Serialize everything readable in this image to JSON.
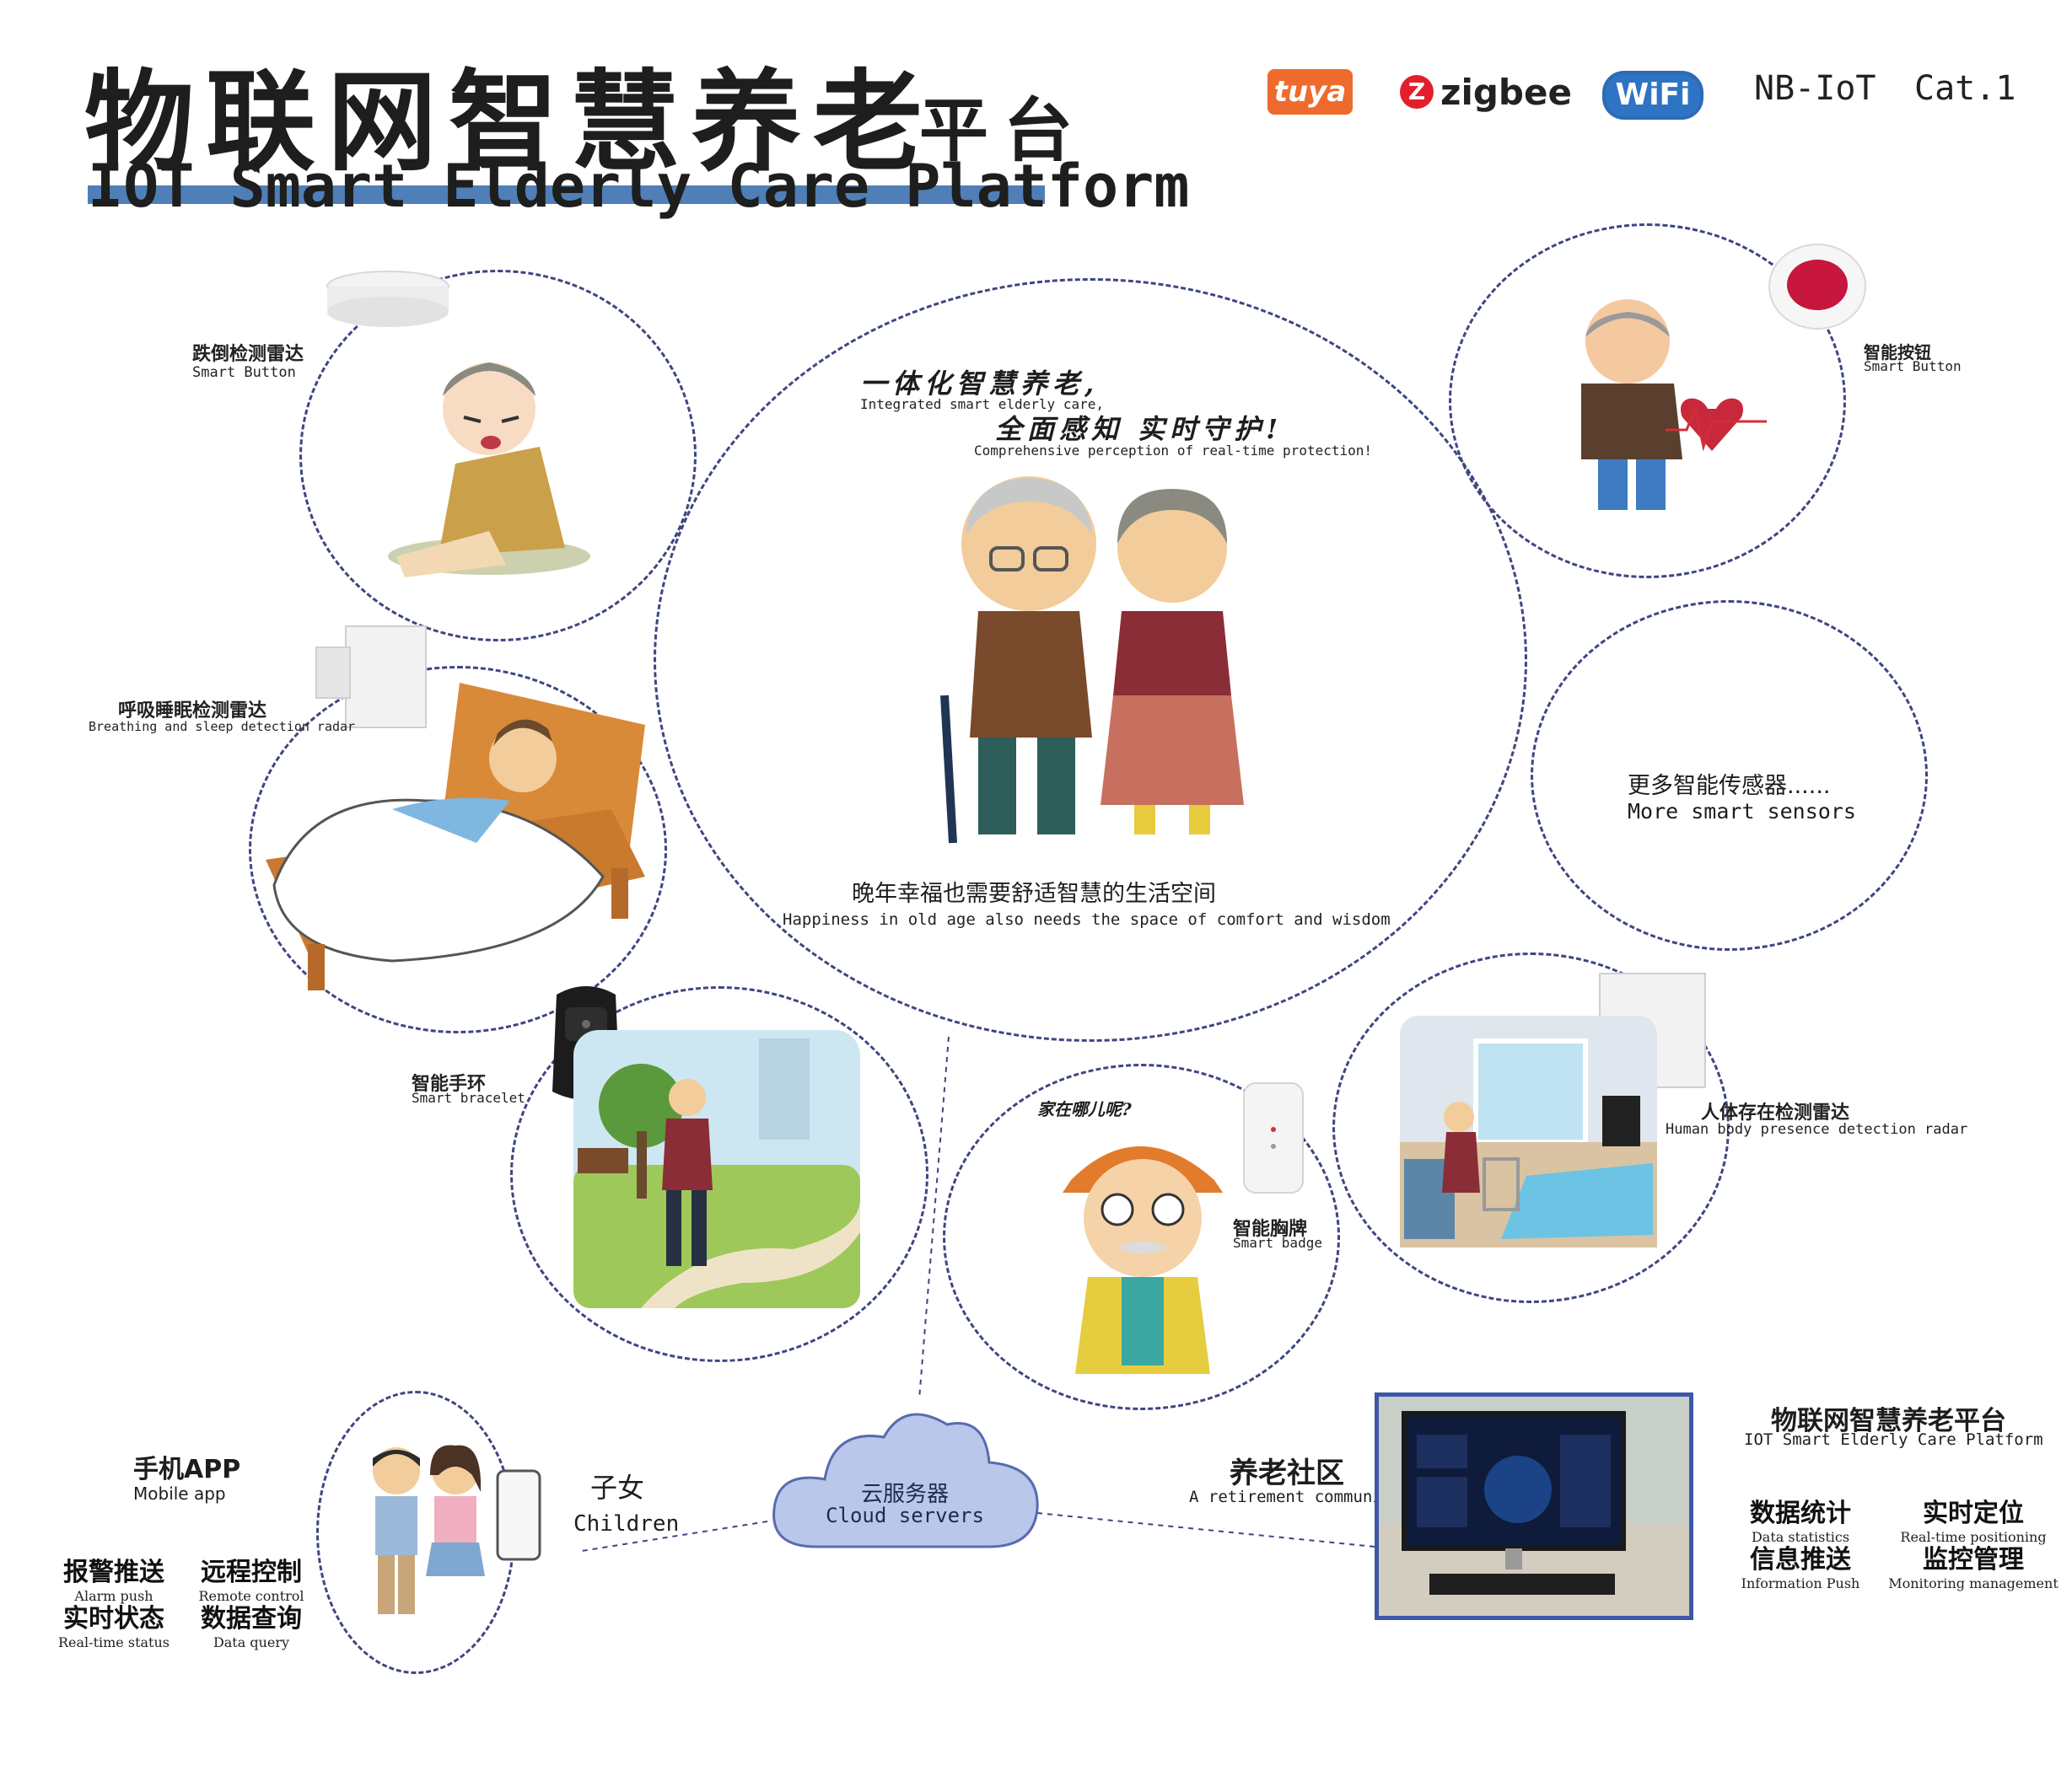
{
  "header": {
    "title_zh": "物联网智慧养老",
    "title_zh_suffix": "平台",
    "title_en": "IOT Smart Elderly Care Platform",
    "logos": {
      "tuya": "tuya",
      "zigbee": "zigbee",
      "wifi": "WiFi",
      "nbiot": "NB-IoT",
      "cat1": "Cat.1"
    }
  },
  "center": {
    "slogan1_zh": "一体化智慧养老,",
    "slogan1_en": "Integrated smart elderly care,",
    "slogan2_zh": "全面感知 实时守护!",
    "slogan2_en": "Comprehensive perception of real-time protection!",
    "caption_zh": "晚年幸福也需要舒适智慧的生活空间",
    "caption_en": "Happiness in old age also needs the space of comfort and wisdom"
  },
  "devices": {
    "fall_radar": {
      "zh": "跌倒检测雷达",
      "en": "Smart Button"
    },
    "smart_button": {
      "zh": "智能按钮",
      "en": "Smart Button"
    },
    "sleep_radar": {
      "zh": "呼吸睡眠检测雷达",
      "en": "Breathing and sleep detection radar"
    },
    "more_sensors": {
      "zh": "更多智能传感器......",
      "en": "More smart sensors"
    },
    "bracelet": {
      "zh": "智能手环",
      "en": "Smart bracelet"
    },
    "badge": {
      "zh": "智能胸牌",
      "en": "Smart badge",
      "speech": "家在哪儿呢?"
    },
    "presence_radar": {
      "zh": "人体存在检测雷达",
      "en": "Human body presence detection radar"
    }
  },
  "cloud": {
    "zh": "云服务器",
    "en": "Cloud servers"
  },
  "children": {
    "zh": "子女",
    "en": "Children"
  },
  "mobile_app": {
    "zh": "手机APP",
    "en": "Mobile app",
    "features": [
      {
        "zh": "报警推送",
        "en": "Alarm push"
      },
      {
        "zh": "远程控制",
        "en": "Remote control"
      },
      {
        "zh": "实时状态",
        "en": "Real-time status"
      },
      {
        "zh": "数据查询",
        "en": "Data query"
      }
    ]
  },
  "community": {
    "zh": "养老社区",
    "en": "A retirement community"
  },
  "platform": {
    "title_zh": "物联网智慧养老平台",
    "title_en": "IOT Smart Elderly Care Platform",
    "features": [
      {
        "zh": "数据统计",
        "en": "Data statistics"
      },
      {
        "zh": "实时定位",
        "en": "Real-time positioning"
      },
      {
        "zh": "信息推送",
        "en": "Information Push"
      },
      {
        "zh": "监控管理",
        "en": "Monitoring management"
      }
    ]
  },
  "colors": {
    "accent_blue": "#4f7fb6",
    "dash": "#3e4680",
    "cloud_fill": "#b9c8ea",
    "tuya": "#ee6b2d",
    "zigbee": "#e21f2b",
    "wifi": "#2f74c4"
  }
}
